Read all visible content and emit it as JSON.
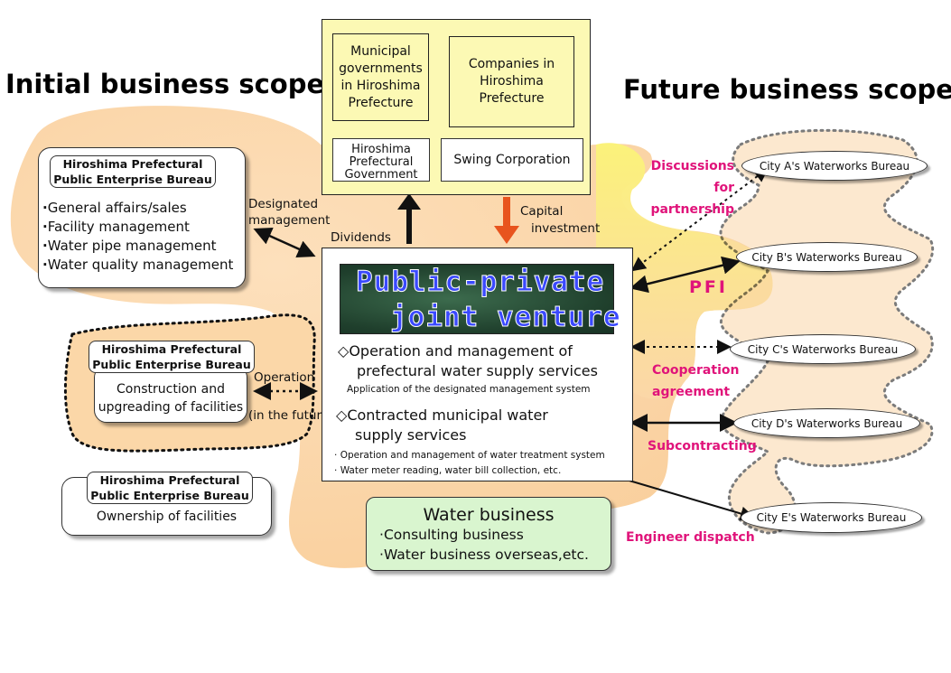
{
  "titles": {
    "initial": "Initial business scope",
    "future": "Future business scope"
  },
  "top_group": {
    "municipal": "Municipal governments in Hiroshima Prefecture",
    "companies": "Companies in Hiroshima Prefecture",
    "prefectural": "Hiroshima Prefectural Government",
    "swing": "Swing Corporation"
  },
  "bureau_main": {
    "title_line1": "Hiroshima Prefectural",
    "title_line2": "Public Enterprise Bureau",
    "items": [
      "General affairs/sales",
      "Facility management",
      "Water pipe management",
      "Water quality management"
    ]
  },
  "bureau_construction": {
    "title_line1": "Hiroshima Prefectural",
    "title_line2": "Public Enterprise Bureau",
    "body_line1": "Construction and",
    "body_line2": "upgreading of facilities"
  },
  "bureau_ownership": {
    "title_line1": "Hiroshima Prefectural",
    "title_line2": "Public Enterprise Bureau",
    "body": "Ownership of facilities"
  },
  "labels": {
    "designated_line1": "Designated",
    "designated_line2": "management",
    "dividends": "Dividends",
    "capital_line1": "Capital",
    "capital_line2": "investment",
    "operation": "Operation",
    "in_future": "(in the future)"
  },
  "joint_venture": {
    "title_line1": "Public-private",
    "title_line2": "joint venture",
    "op_line1": "Operation and management of",
    "op_line2": "prefectural water supply services",
    "op_sub": "Application of the designated management system",
    "contract_line1": "Contracted municipal water",
    "contract_line2": "supply services",
    "contract_items": [
      "Operation and management of water treatment system",
      "Water meter reading, water bill collection, etc."
    ],
    "diamond": "◇"
  },
  "water_business": {
    "title": "Water business",
    "items": [
      "Consulting business",
      "Water business overseas,etc."
    ]
  },
  "relations": {
    "discussions_line1": "Discussions",
    "discussions_line2": "for partnership",
    "pfi": "PFI",
    "cooperation_line1": "Cooperation",
    "cooperation_line2": "agreement",
    "subcontracting": "Subcontracting",
    "engineer": "Engineer dispatch"
  },
  "cities": [
    "City A's Waterworks Bureau",
    "City B's Waterworks Bureau",
    "City C's Waterworks Bureau",
    "City D's Waterworks Bureau",
    "City E's Waterworks Bureau"
  ],
  "colors": {
    "orange_fill": "#fbd7a8",
    "yellow_fill": "#fcf9b4",
    "green_fill": "#d9f5cf",
    "pink_text": "#e0137a",
    "red_arrow": "#e8541e"
  }
}
